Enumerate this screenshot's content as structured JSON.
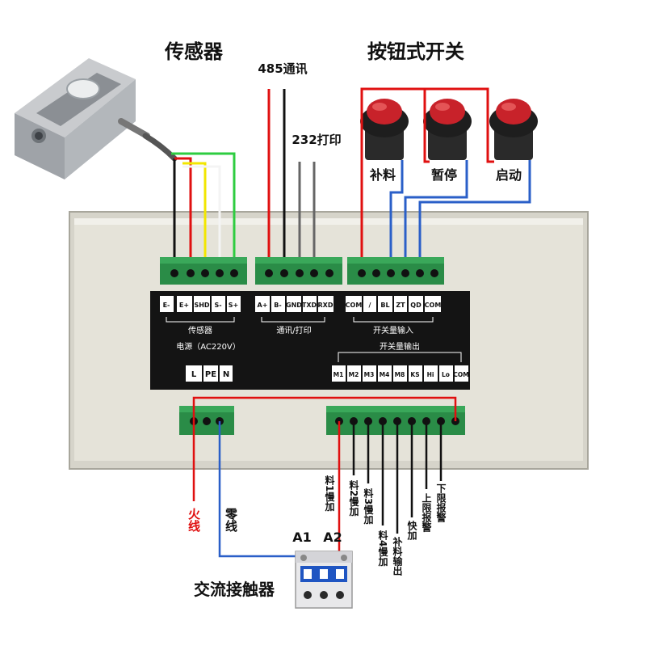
{
  "titles": {
    "sensor": "传感器",
    "buttons": "按钮式开关",
    "comm485": "485通讯",
    "print232": "232打印",
    "contactor": "交流接触器"
  },
  "buttons": [
    "补料",
    "暂停",
    "启动"
  ],
  "panel": {
    "sensor_pins": [
      "E-",
      "E+",
      "SHD",
      "S-",
      "S+"
    ],
    "comm_pins": [
      "A+",
      "B-",
      "GND",
      "TXD",
      "RXD"
    ],
    "input_pins": [
      "COM",
      "/",
      "BL",
      "ZT",
      "QD",
      "COM"
    ],
    "sensor_label": "传感器",
    "comm_label": "通讯/打印",
    "input_label": "开关量输入",
    "power_label": "电源（AC220V）",
    "power_pins": [
      "L",
      "PE",
      "N"
    ],
    "output_label": "开关量输出",
    "output_pins": [
      "M1",
      "M2",
      "M3",
      "M4",
      "M8",
      "KS",
      "Hi",
      "Lo",
      "COM"
    ]
  },
  "wires": {
    "live": "火线",
    "neutral": "零线"
  },
  "contactor_terminals": [
    "A1",
    "A2"
  ],
  "outputs": [
    "料1慢加",
    "料2慢加",
    "料3慢加",
    "料4慢加",
    "补料输出",
    "快加",
    "上限报警",
    "下限报警"
  ],
  "colors": {
    "red": "#e01010",
    "blue": "#2a5fc8",
    "green": "#2ecc40",
    "yellow": "#f2e600",
    "panel_bg": "#e4e2d8",
    "terminal_green": "#2a8c47",
    "label_black": "#111111"
  }
}
